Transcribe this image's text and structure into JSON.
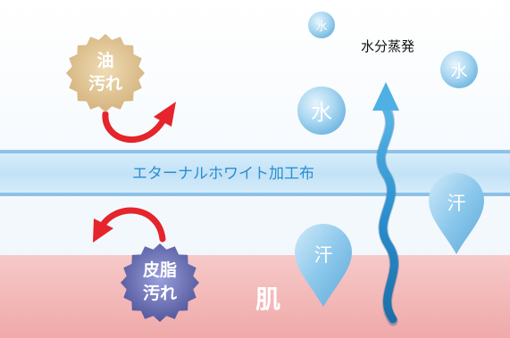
{
  "fabric_label": "エターナルホワイト加工布",
  "skin_label": "肌",
  "evaporation_label": "水分蒸発",
  "oil_stain": {
    "line1": "油",
    "line2": "汚れ"
  },
  "sebum_stain": {
    "line1": "皮脂",
    "line2": "汚れ"
  },
  "water_droplets": [
    "水",
    "水",
    "水"
  ],
  "sweat_drops": [
    "汗",
    "汗"
  ],
  "colors": {
    "fabric_band": "#cfe8f8",
    "fabric_border": "#6aaee0",
    "fabric_text": "#2b8fd4",
    "skin_band": "#f2b8b8",
    "arrow_red": "#e5242b",
    "evaporation_arrow": "#3aa5d8",
    "oil_badge": "#d9bc86",
    "sebum_badge": "#6b6fb5",
    "water_drop": "#8ec8ea"
  }
}
